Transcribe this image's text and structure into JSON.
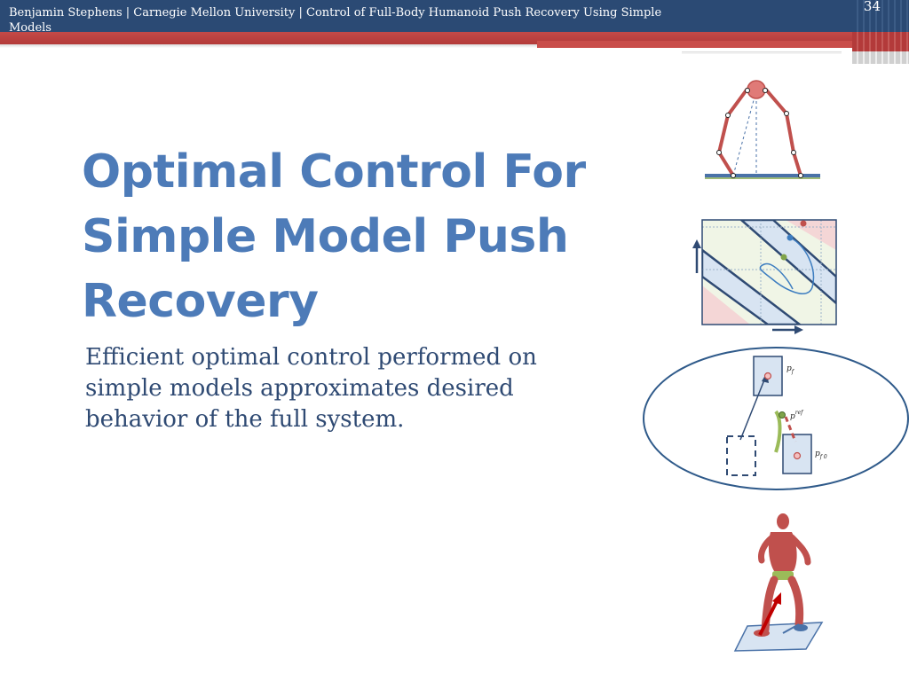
{
  "header": {
    "line1": "Benjamin Stephens | Carnegie Mellon University | Control of Full-Body Humanoid Push Recovery Using Simple",
    "line2": "Models",
    "slide_number": "34"
  },
  "title": {
    "lines": [
      "Optimal Control For",
      "Simple Model Push",
      "Recovery"
    ]
  },
  "body": {
    "lines": [
      "Efficient optimal control performed on",
      "simple models approximates desired",
      "behavior of the full system."
    ]
  },
  "figures": {
    "foot_labels": {
      "p_f": "p",
      "p_f_sub": "f",
      "p_ref": "p",
      "p_ref_sup": "ref",
      "p_f0": "p",
      "p_f0_sub": "f 0"
    }
  },
  "colors": {
    "header_blue": "#2b4a74",
    "header_red": "#b33a3a",
    "title_blue": "#4d7bb8",
    "body_blue": "#2f4a73",
    "robot_red": "#c0504d"
  }
}
